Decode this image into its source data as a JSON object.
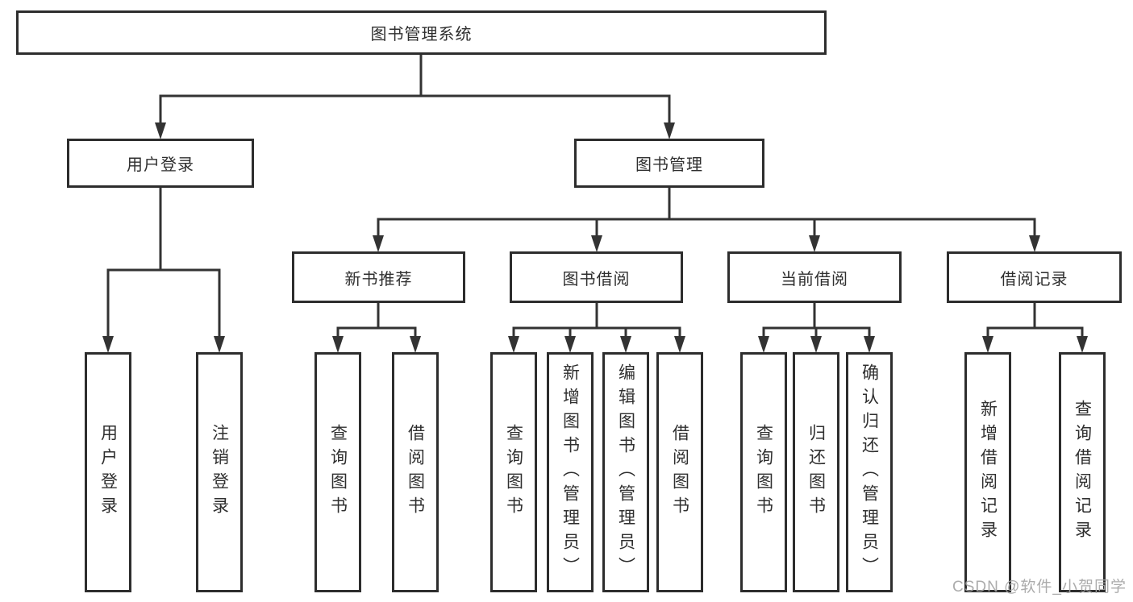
{
  "diagram": {
    "title": "图书管理系统",
    "type": "hierarchy-tree"
  },
  "nodes": {
    "root": {
      "label": "图书管理系统"
    },
    "user_login": {
      "label": "用户登录"
    },
    "book_mgmt": {
      "label": "图书管理"
    },
    "new_book_rec": {
      "label": "新书推荐"
    },
    "book_borrow": {
      "label": "图书借阅"
    },
    "current_borrow": {
      "label": "当前借阅"
    },
    "borrow_records": {
      "label": "借阅记录"
    }
  },
  "leaves": {
    "user_login": {
      "label": "用户登录"
    },
    "logout": {
      "label": "注销登录"
    },
    "rec_query_book": {
      "label": "查询图书"
    },
    "rec_borrow_book": {
      "label": "借阅图书"
    },
    "bor_query_book": {
      "label": "查询图书"
    },
    "bor_add_book": {
      "label": "新增图书（管理员）"
    },
    "bor_edit_book": {
      "label": "编辑图书（管理员）"
    },
    "bor_borrow_book": {
      "label": "借阅图书"
    },
    "cur_query_book": {
      "label": "查询图书"
    },
    "cur_return_book": {
      "label": "归还图书"
    },
    "cur_confirm_return": {
      "label": "确认归还（管理员）"
    },
    "rc_add_record": {
      "label": "新增借阅记录"
    },
    "rc_query_record": {
      "label": "查询借阅记录"
    }
  },
  "watermark": {
    "text": "CSDN @软件_小贺同学"
  },
  "colors": {
    "line": "#333333",
    "box_border": "#2d2d2d",
    "text": "#2f2f2f",
    "watermark": "#a5a5a5",
    "background": "#ffffff"
  }
}
